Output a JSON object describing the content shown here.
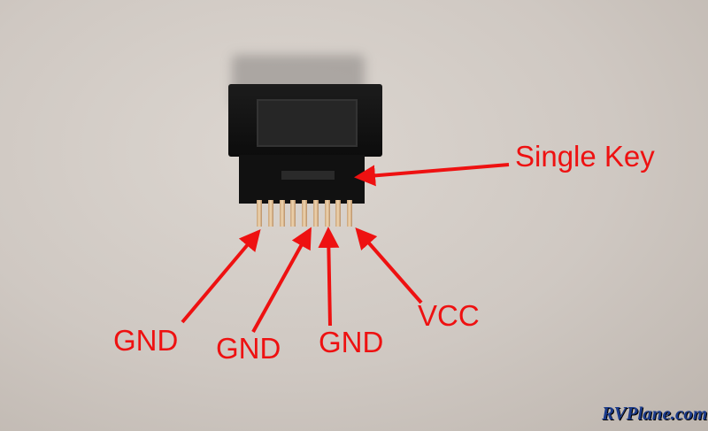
{
  "labels": {
    "single_key": "Single Key",
    "gnd_1": "GND",
    "gnd_2": "GND",
    "gnd_3": "GND",
    "vcc": "VCC"
  },
  "watermark": "RVPlane.com",
  "colors": {
    "annotation": "#ee1111",
    "connector": "#111111",
    "pins": "#e0c29a"
  },
  "pin_count": 9
}
